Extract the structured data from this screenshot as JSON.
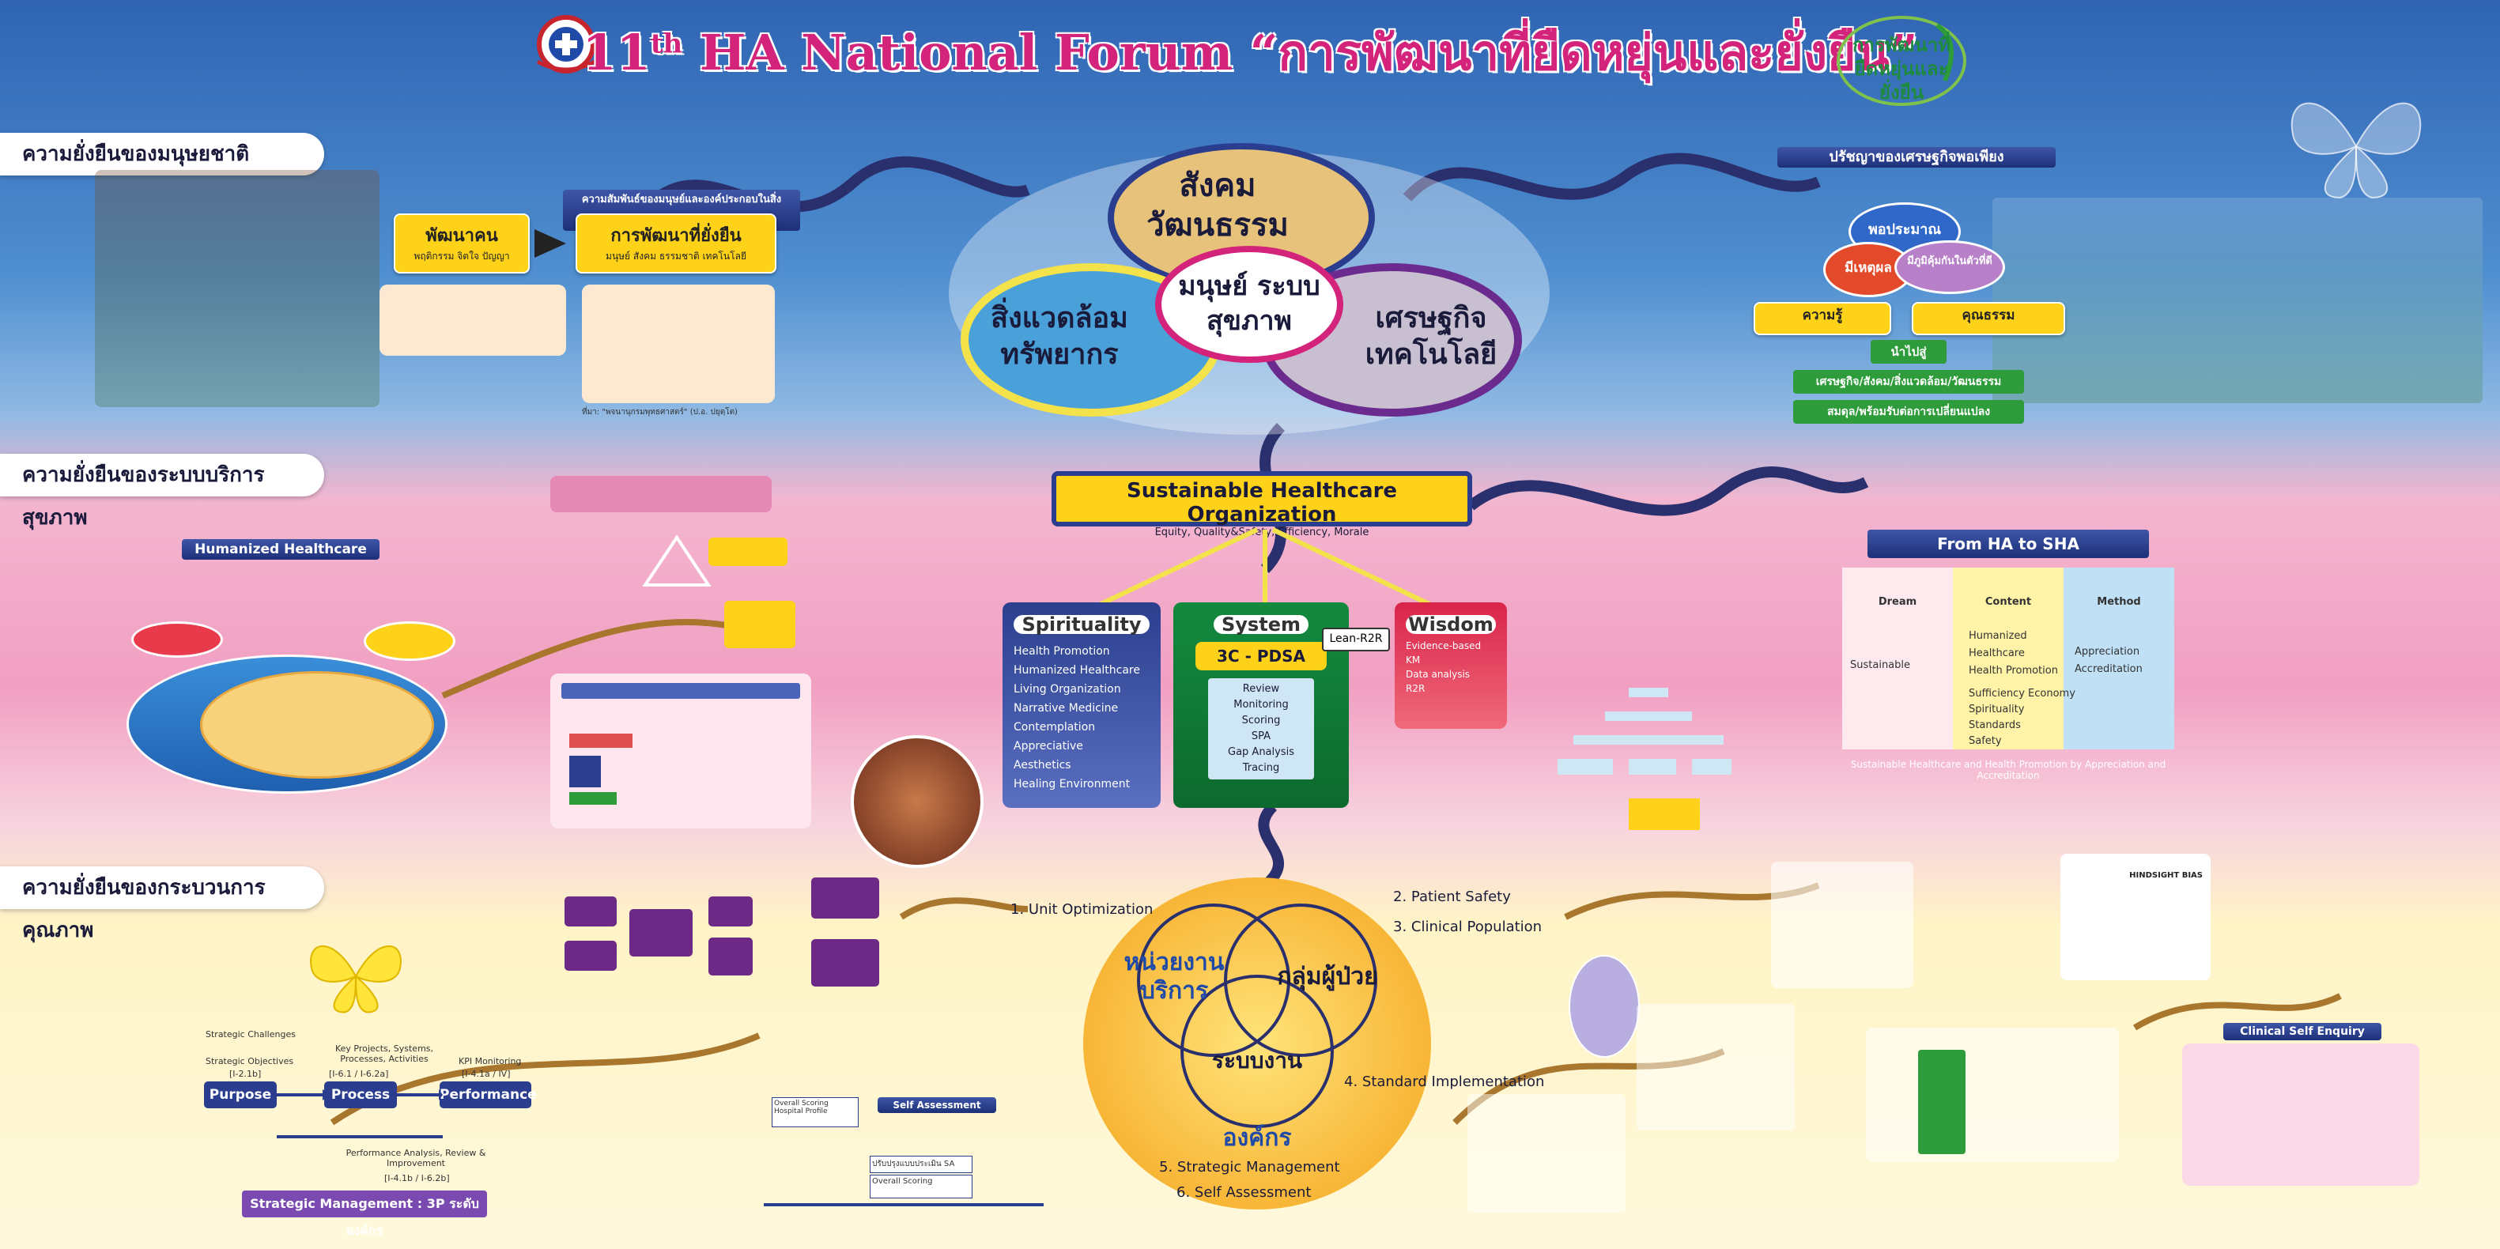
{
  "header": {
    "title_pre": "11",
    "title_sup": "th",
    "title_main": "HA National Forum “การพัฒนาที่ยืดหยุ่นและยั่งยืน”",
    "logo_right_text": "การพัฒนาที่ยืดหยุ่นและยั่งยืน"
  },
  "sections": {
    "human": "ความยั่งยืนของมนุษยชาติ",
    "health_system": "ความยั่งยืนของระบบบริการสุขภาพ",
    "quality_process": "ความยั่งยืนของกระบวนการคุณภาพ"
  },
  "human_block": {
    "banner": "ความสัมพันธ์ของมนุษย์และองค์ประกอบในสิ่งแวดล้อม",
    "left_title": "พัฒนาคน",
    "left_sub": "พฤติกรรม จิตใจ ปัญญา",
    "right_title": "การพัฒนาที่ยั่งยืน",
    "right_sub": "มนุษย์ สังคม ธรรมชาติ เทคโนโลยี",
    "source": "ที่มา: \"พจนานุกรมพุทธศาสตร์\" (ป.อ. ปยุตฺโต)"
  },
  "center_circles": {
    "top": "สังคม วัฒนธรรม",
    "left": "สิ่งแวดล้อม ทรัพยากร",
    "middle": "มนุษย์ ระบบสุขภาพ",
    "right": "เศรษฐกิจ เทคโนโลยี"
  },
  "sufficiency": {
    "banner": "ปรัชญาของเศรษฐกิจพอเพียง",
    "moderation": "พอประมาณ",
    "reason": "มีเหตุผล",
    "immunity": "มีภูมิคุ้มกันในตัวที่ดี",
    "knowledge": "ความรู้",
    "virtue": "คุณธรรม",
    "leads_to": "นำไปสู่",
    "result1": "เศรษฐกิจ/สังคม/สิ่งแวดล้อม/วัฒนธรรม",
    "result2": "สมดุล/พร้อมรับต่อการเปลี่ยนแปลง"
  },
  "sho": {
    "title": "Sustainable Healthcare Organization",
    "subtitle": "Equity, Quality&Safety, Efficiency, Morale"
  },
  "pillars": {
    "spirituality": {
      "head": "Spirituality",
      "items": [
        "Health Promotion",
        "Humanized Healthcare",
        "Living Organization",
        "Narrative Medicine",
        "Contemplation",
        "Appreciative",
        "Aesthetics",
        "Healing Environment"
      ]
    },
    "system": {
      "head": "System",
      "tag": "3C - PDSA",
      "lean": "Lean-R2R",
      "items": [
        "Review",
        "Monitoring",
        "Scoring",
        "SPA",
        "Gap Analysis",
        "Tracing"
      ]
    },
    "wisdom": {
      "head": "Wisdom",
      "items": [
        "Evidence-based",
        "KM",
        "Data analysis",
        "R2R"
      ]
    }
  },
  "humanized": {
    "banner": "Humanized Healthcare"
  },
  "sha": {
    "banner": "From HA to SHA",
    "col_dream": "Dream",
    "col_content": "Content",
    "col_method": "Method",
    "dream": "Sustainable",
    "content_top": [
      "Humanized",
      "Healthcare",
      "Health Promotion"
    ],
    "content_bottom": [
      "Sufficiency Economy",
      "Spirituality",
      "Standards",
      "Safety"
    ],
    "method": [
      "Appreciation",
      "Accreditation"
    ],
    "footer": "Sustainable Healthcare and Health Promotion by Appreciation and Accreditation"
  },
  "org": {
    "unit": "หน่วยงาน บริการ",
    "patient": "กลุ่มผู้ป่วย",
    "system": "ระบบงาน",
    "label": "องค์กร",
    "steps": [
      "1. Unit Optimization",
      "2. Patient Safety",
      "3. Clinical Population",
      "4. Standard Implementation",
      "5. Strategic Management",
      "6. Self Assessment"
    ]
  },
  "strategy": {
    "challenges": "Strategic Challenges",
    "objectives": "Strategic Objectives",
    "obj_ref": "[I-2.1b]",
    "key_projects": "Key Projects, Systems, Processes, Activities",
    "kp_ref": "[I-6.1 / I-6.2a]",
    "kpi": "KPI Monitoring",
    "kpi_ref": "[I-4.1a / IV]",
    "purpose": "Purpose",
    "process": "Process",
    "performance": "Performance",
    "analysis": "Performance Analysis, Review & Improvement",
    "analysis_ref": "[I-4.1b / I-6.2b]",
    "footer": "Strategic Management : 3P ระดับองค์กร"
  },
  "self_assessment": {
    "banner": "Self Assessment",
    "overall": "Overall Scoring Hospital Profile",
    "sa": "ปรับปรุงแบบประเมิน SA",
    "overall2": "Overall Scoring"
  },
  "clinical": {
    "enquiry": "Clinical Self Enquiry",
    "hindsight": "HINDSIGHT BIAS"
  },
  "colors": {
    "accent": "#d4237a",
    "navy": "#2a3d8f",
    "yellow": "#ffd21a",
    "pillar_spirit": "#2b3f8e",
    "pillar_system": "#138a3e",
    "pillar_wisdom": "#d9244a"
  }
}
